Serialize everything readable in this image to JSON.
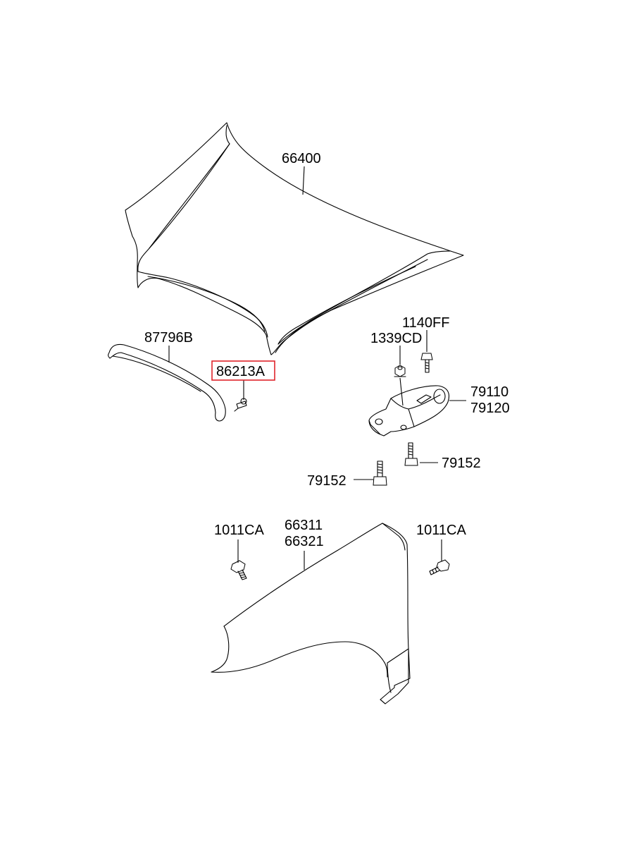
{
  "labels": {
    "hood": "66400",
    "hood_weatherstrip": "87796B",
    "clip": "86213A",
    "bolt_top": "1140FF",
    "nut": "1339CD",
    "hinge_a": "79110",
    "hinge_b": "79120",
    "hinge_bolt_right": "79152",
    "hinge_bolt_left": "79152",
    "fender_bolt_left": "1011CA",
    "fender_a": "66311",
    "fender_b": "66321",
    "fender_bolt_right": "1011CA"
  },
  "highlight": {
    "part": "86213A",
    "color": "#e0242b"
  }
}
